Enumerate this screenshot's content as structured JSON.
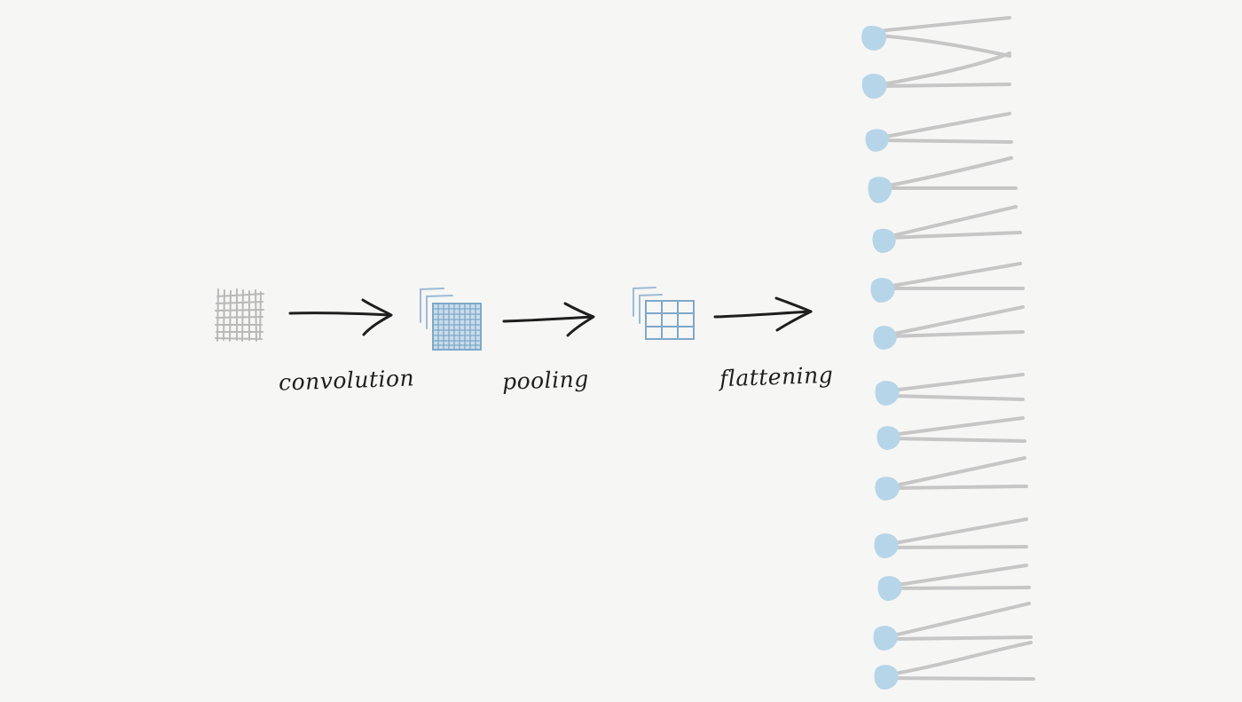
{
  "labels": {
    "convolution": "convolution",
    "pooling": "pooling",
    "flattening": "flattening"
  },
  "colors": {
    "background": "#f6f6f5",
    "ink": "#1e1e1e",
    "input_grid": "#b9b9b9",
    "feature_map": "#7fa8c9",
    "node": "#b7d5e8",
    "connector": "#c6c6c6"
  },
  "icons": [
    "input-image-grid-icon",
    "feature-maps-icon",
    "pooled-maps-icon",
    "arrow-right-icon",
    "neuron-node-icon"
  ],
  "flattened_node_count": 14
}
